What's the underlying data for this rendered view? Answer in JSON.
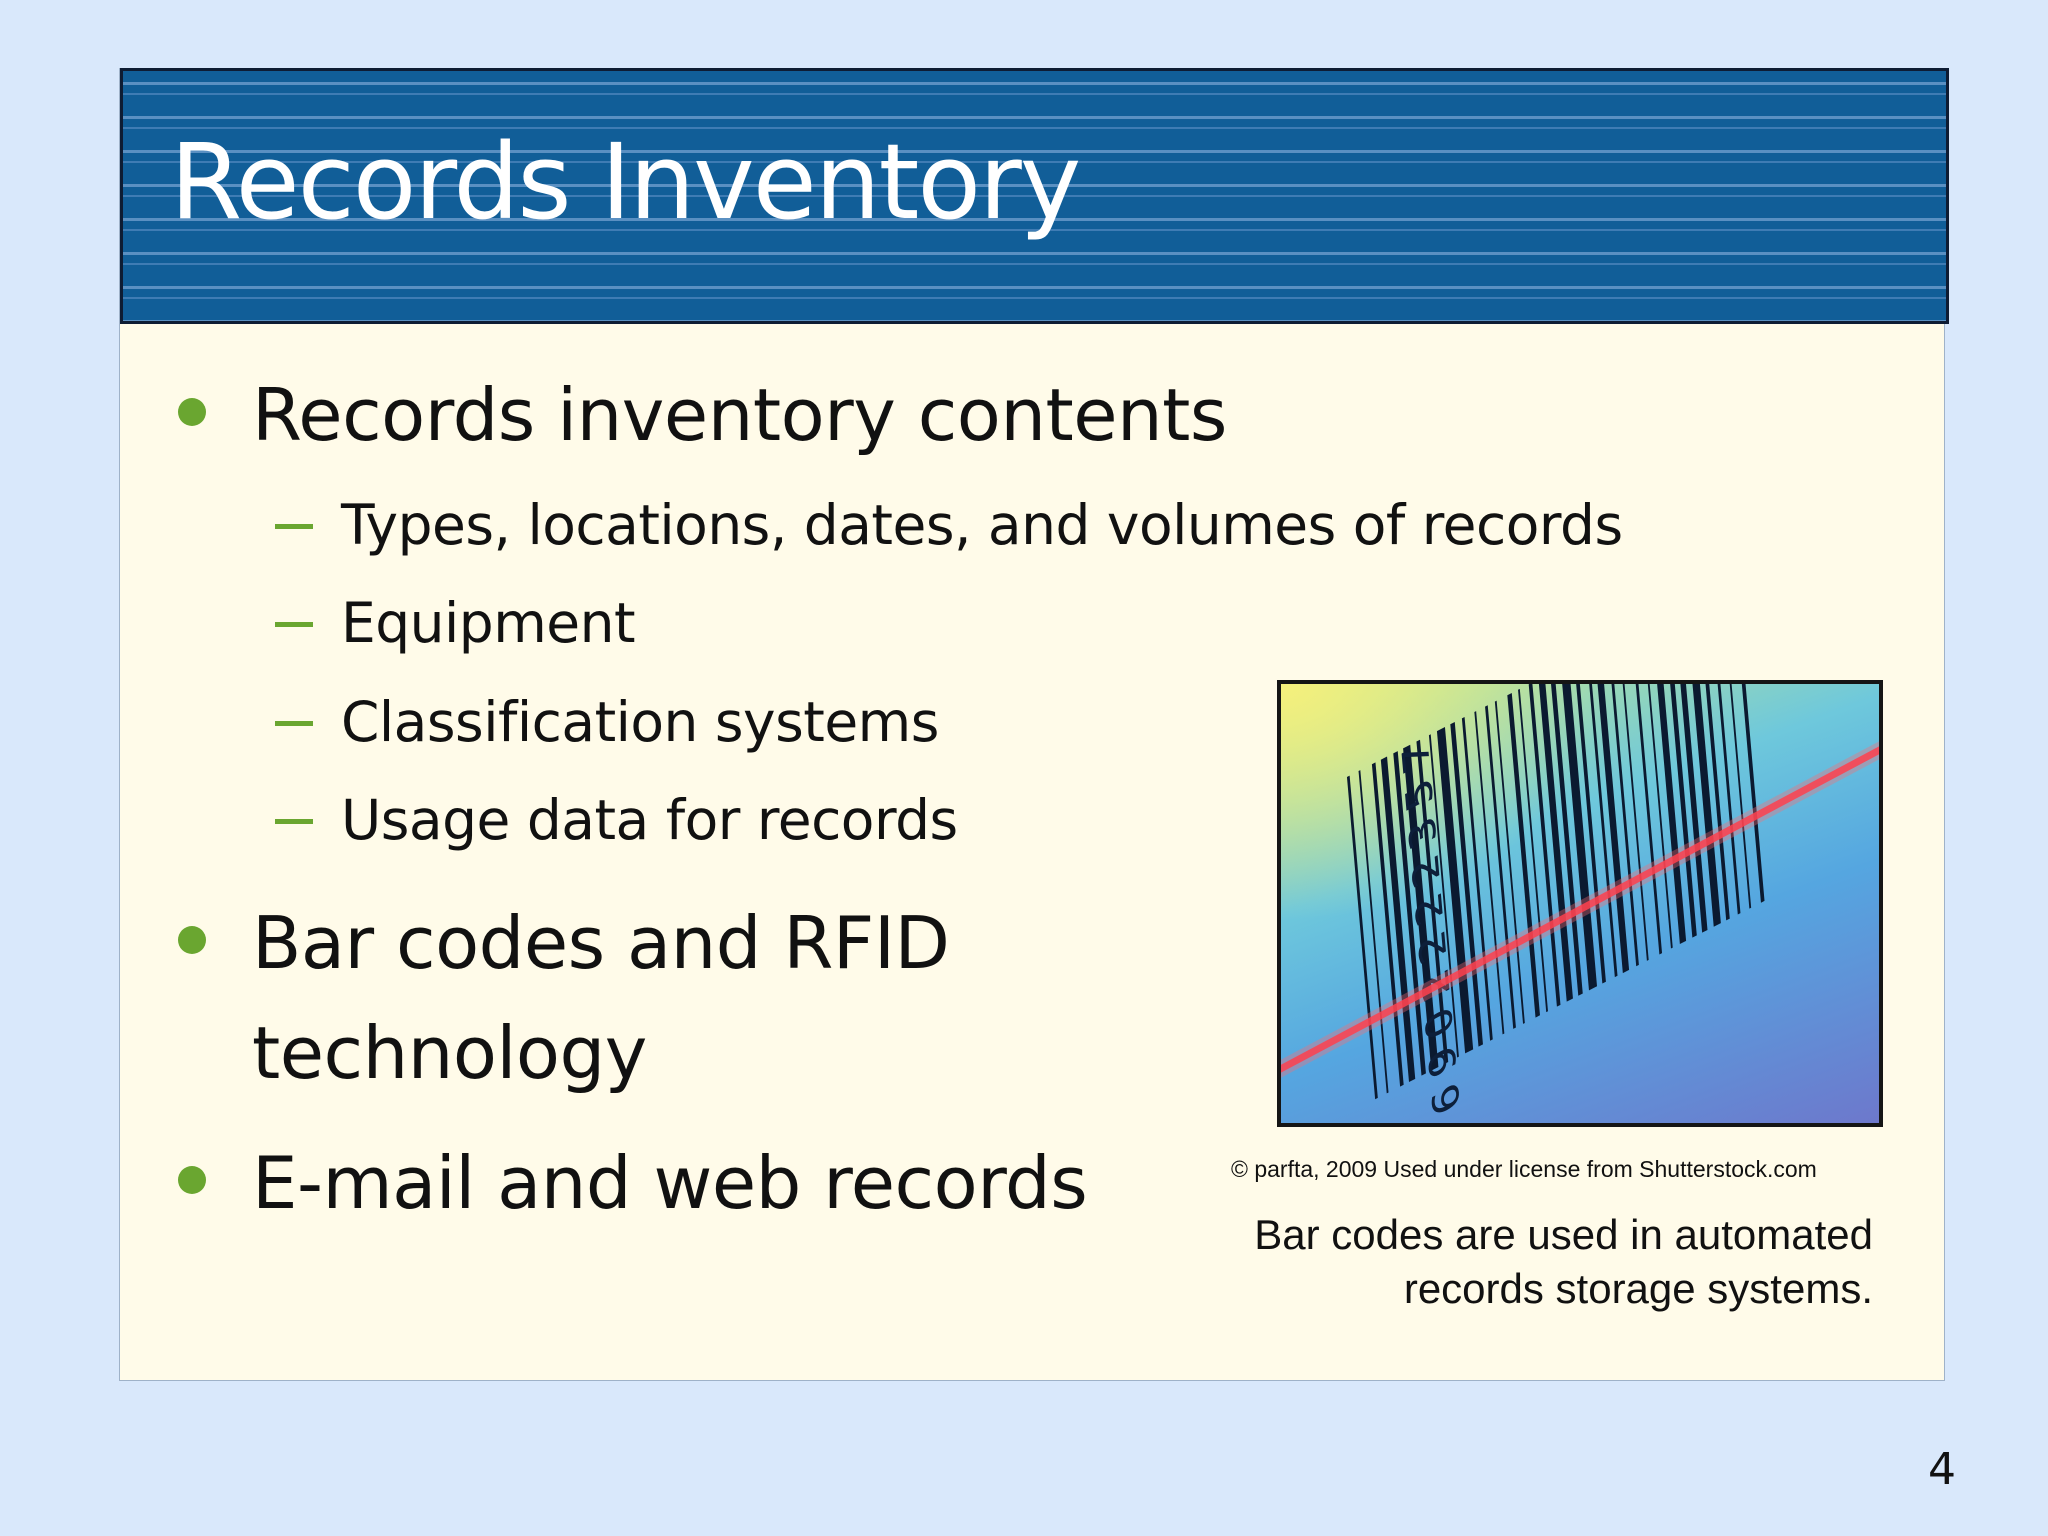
{
  "slide": {
    "title": "Records Inventory",
    "bullets": [
      {
        "text": "Records inventory contents",
        "subitems": [
          "Types, locations, dates, and volumes of records",
          "Equipment",
          "Classification systems",
          "Usage data for records"
        ]
      },
      {
        "lines": [
          "Bar codes and RFID",
          "technology"
        ]
      },
      {
        "text": "E-mail and web records"
      }
    ],
    "image": {
      "subject": "barcode-scan-photo",
      "barcode_digits": "6902222357",
      "credit": "© parfta, 2009 Used under license from Shutterstock.com",
      "caption_lines": [
        "Bar codes are used in automated",
        "records storage systems."
      ]
    },
    "page_number": "4"
  },
  "colors": {
    "background": "#d9e8fb",
    "slide_body": "#fffbe9",
    "title_bar": "#115e98",
    "title_text": "#ffffff",
    "bullet_accent": "#6aa630",
    "body_text": "#111111"
  }
}
